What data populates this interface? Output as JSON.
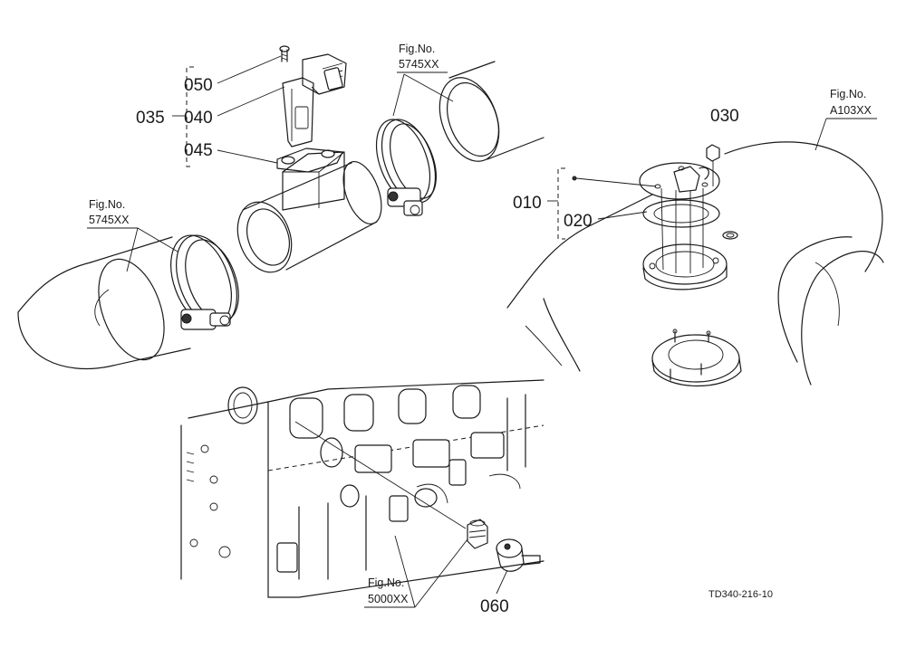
{
  "callouts": {
    "c050": "050",
    "c040": "040",
    "c035": "035",
    "c045": "045",
    "c030": "030",
    "c010": "010",
    "c020": "020",
    "c060": "060"
  },
  "figrefs": {
    "fig_top": {
      "label": "Fig.No.",
      "number": "5745XX"
    },
    "fig_left": {
      "label": "Fig.No.",
      "number": "5745XX"
    },
    "fig_right": {
      "label": "Fig.No.",
      "number": "A103XX"
    },
    "fig_bottom": {
      "label": "Fig.No.",
      "number": "5000XX"
    }
  },
  "drawing_code": "TD340-216-10"
}
